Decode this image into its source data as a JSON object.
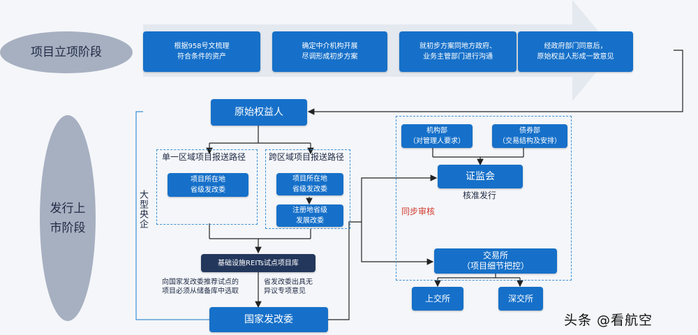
{
  "stages": {
    "stage1": "项目立项阶段",
    "stage2": "发行上\n市阶段"
  },
  "phase1_steps": [
    "根据958号文梳理\n符合条件的资产",
    "确定中介机构开展\n尽调形成初步方案",
    "就初步方案同地方政府、\n业务主管部门进行沟通",
    "经政府部门同意后，\n原始权益人形成一致意见"
  ],
  "nodes": {
    "originator": "原始权益人",
    "single_region_path": "单一区域项目报送路径",
    "cross_region_path": "跨区域项目报送路径",
    "local_ndrc": "项目所在地\n省级发改委",
    "cross_local_ndrc": "项目所在地\n省级发改委",
    "registered_ndrc": "注册地省级\n发展改委",
    "large_soe": "大型央企",
    "reit_library": "基础设施REITs试点项目库",
    "note_left": "向国家发改委推荐试点的\n项目必须从储备库中选取",
    "note_right": "省发改委出具无\n异议专项意见",
    "national_ndrc": "国家发改委",
    "csrc_dept1": "机构部\n（对管理人要求）",
    "csrc_dept2": "债券部\n（交易结构及安排）",
    "csrc": "证监会",
    "approval": "核准发行",
    "sync_review": "同步审核",
    "exchange": "交易所\n（项目细节把控）",
    "sse": "上交所",
    "szse": "深交所"
  },
  "watermark": "头条 @看航空",
  "colors": {
    "box": "#1670c9",
    "oval": "#a7b0c1",
    "arrow": "#e6ebf2",
    "dash": "#3d8fd6",
    "line": "#222222",
    "alert": "#d23b2f"
  }
}
